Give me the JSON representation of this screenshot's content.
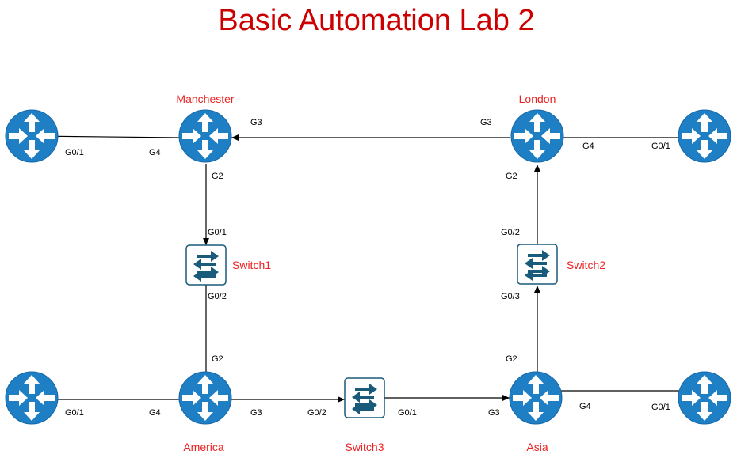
{
  "title": "Basic Automation Lab 2",
  "colors": {
    "title": "#cc0000",
    "node_label": "#ee2222",
    "router_fill": "#1f7fc4",
    "switch_stroke": "#1a5a7a"
  },
  "nodes": {
    "manchester": {
      "label": "Manchester",
      "icon": "router-icon"
    },
    "london": {
      "label": "London",
      "icon": "router-icon"
    },
    "america": {
      "label": "America",
      "icon": "router-icon"
    },
    "asia": {
      "label": "Asia",
      "icon": "router-icon"
    },
    "switch1": {
      "label": "Switch1",
      "icon": "switch-icon"
    },
    "switch2": {
      "label": "Switch2",
      "icon": "switch-icon"
    },
    "switch3": {
      "label": "Switch3",
      "icon": "switch-icon"
    },
    "ext_top_left": {
      "label": "",
      "icon": "router-icon"
    },
    "ext_top_right": {
      "label": "",
      "icon": "router-icon"
    },
    "ext_bottom_left": {
      "label": "",
      "icon": "router-icon"
    },
    "ext_bottom_right": {
      "label": "",
      "icon": "router-icon"
    }
  },
  "ports": {
    "tl_g01": "G0/1",
    "man_g4": "G4",
    "man_g3": "G3",
    "man_g2": "G2",
    "lon_g3": "G3",
    "lon_g4": "G4",
    "tr_g01": "G0/1",
    "lon_g2": "G2",
    "sw1_g01": "G0/1",
    "sw1_g02": "G0/2",
    "sw2_g02": "G0/2",
    "sw2_g03": "G0/3",
    "am_g2": "G2",
    "asia_g2": "G2",
    "bl_g01": "G0/1",
    "am_g4": "G4",
    "am_g3": "G3",
    "sw3_g02": "G0/2",
    "sw3_g01": "G0/1",
    "asia_g3": "G3",
    "asia_g4": "G4",
    "br_g01": "G0/1"
  }
}
